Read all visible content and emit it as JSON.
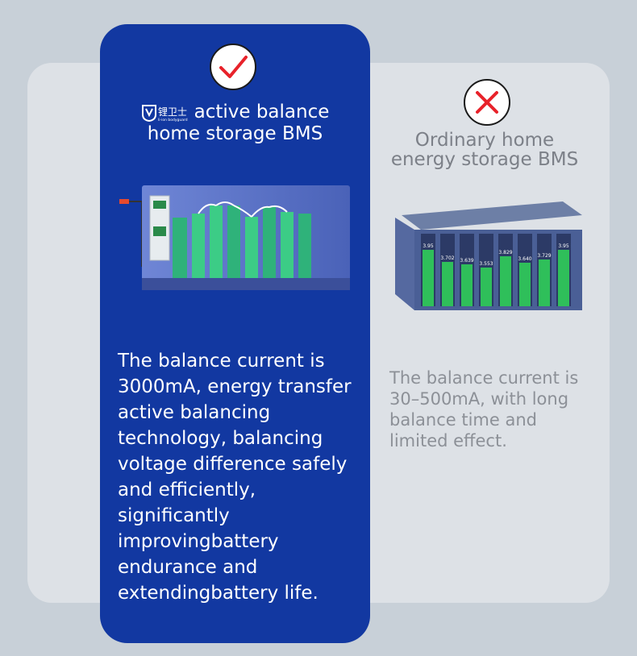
{
  "left_card": {
    "brand_name": "锂卫士",
    "brand_subtitle": "li-ion bodyguard",
    "title_line1": "active balance",
    "title_line2": "home storage BMS",
    "description": "The balance current is 3000mA, energy transfer active balancing technology, balancing voltage difference safely and efficiently, significantly improvingbattery endurance and extendingbattery life.",
    "icon": "check-mark-icon"
  },
  "right_card": {
    "title_line1": "Ordinary home",
    "title_line2": "energy storage BMS",
    "description": "The balance current is 30–500mA, with long balance time and limited effect.",
    "icon": "x-mark-icon",
    "cell_readings": [
      "3.95",
      "3.702",
      "3.639",
      "3.553",
      "3.829",
      "3.640",
      "3.729",
      "3.95"
    ]
  },
  "colors": {
    "blue_card": "#1238a1",
    "check_red": "#e8222a",
    "x_red": "#e8222a",
    "cell_green": "#2fbf5a"
  }
}
